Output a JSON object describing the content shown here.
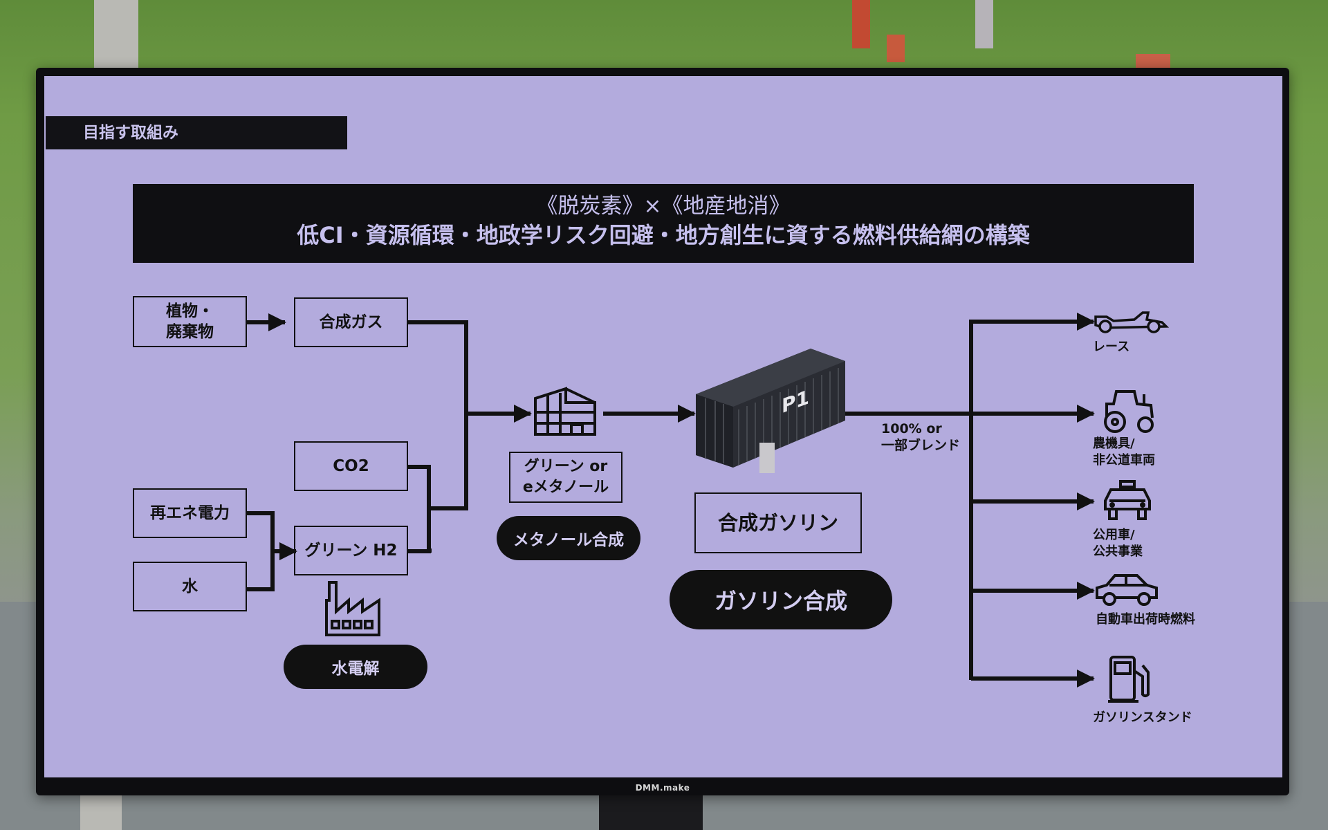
{
  "header": {
    "tab_label": "目指す取組み"
  },
  "banner": {
    "line1": "《脱炭素》×《地産地消》",
    "line2": "低CI・資源循環・地政学リスク回避・地方創生に資する燃料供給網の構築"
  },
  "inputs": {
    "plants_waste": [
      "植物・",
      "廃棄物"
    ],
    "syngas": "合成ガス",
    "co2": "CO2",
    "renewable_power": "再エネ電力",
    "water": "水",
    "green_h2": "グリーン H2"
  },
  "processes": {
    "electrolysis": "水電解",
    "methanol_product": [
      "グリーン or",
      "eメタノール"
    ],
    "methanol_synthesis": "メタノール合成",
    "synthetic_gasoline": "合成ガソリン",
    "gasoline_synthesis": "ガソリン合成",
    "container_logo": "P1"
  },
  "blend": [
    "100% or",
    "一部ブレンド"
  ],
  "outputs": [
    {
      "icon": "race-car-icon",
      "label": [
        "レース"
      ]
    },
    {
      "icon": "tractor-icon",
      "label": [
        "農機具/",
        "非公道車両"
      ]
    },
    {
      "icon": "taxi-icon",
      "label": [
        "公用車/",
        "公共事業"
      ]
    },
    {
      "icon": "car-icon",
      "label": [
        "自動車出荷時燃料"
      ]
    },
    {
      "icon": "fuel-pump-icon",
      "label": [
        "ガソリンスタンド"
      ]
    }
  ],
  "monitor": {
    "brand": "DMM.make"
  },
  "colors": {
    "screen_bg": "#b3abdd",
    "ink": "#111111",
    "banner_text": "#c6c0ee"
  }
}
